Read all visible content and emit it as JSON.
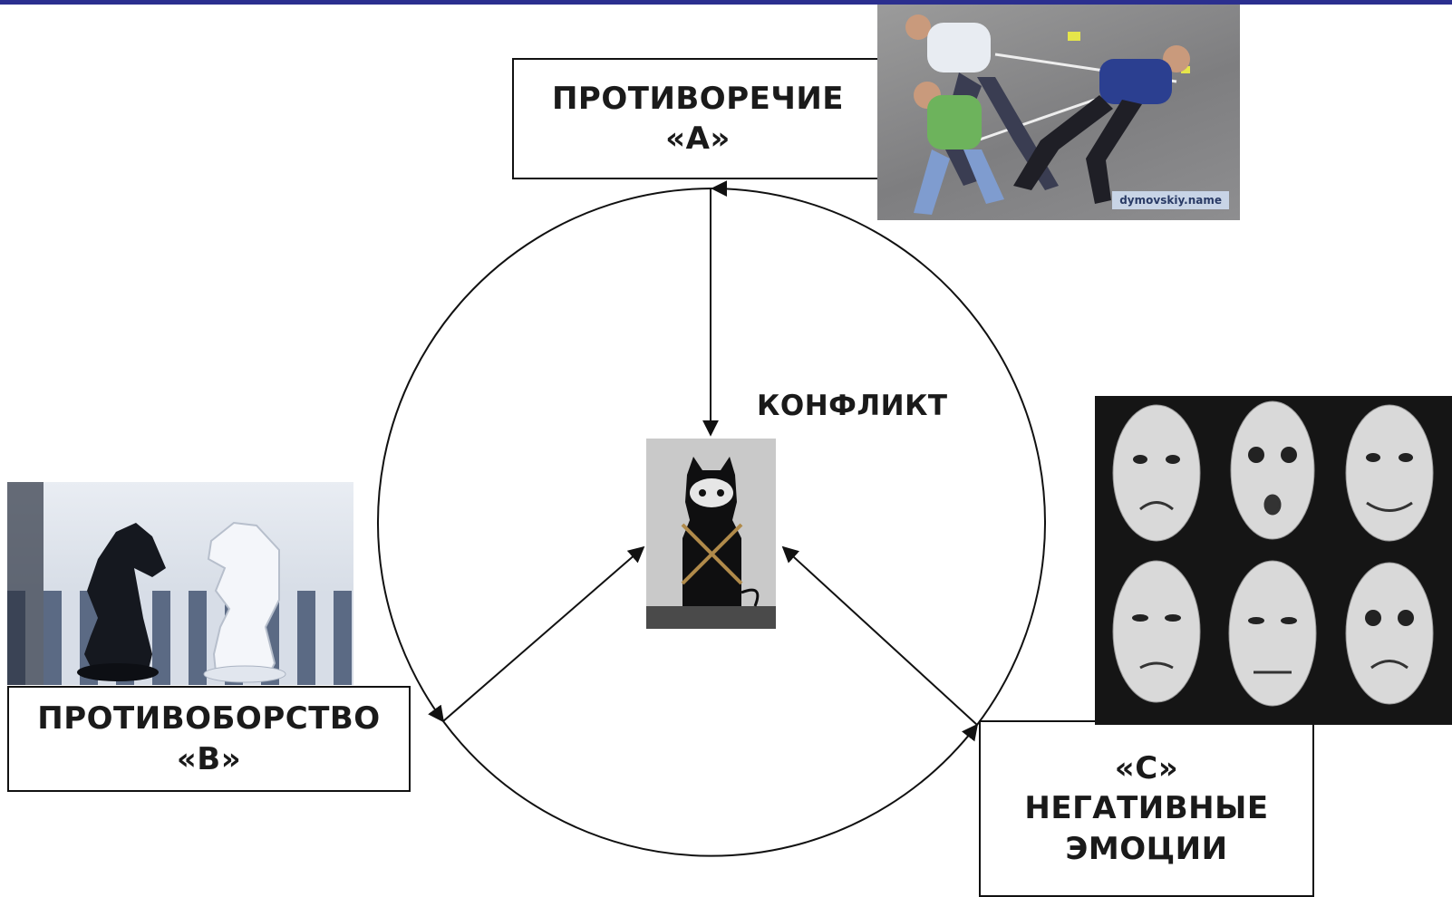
{
  "boxes": {
    "a": {
      "line1": "ПРОТИВОРЕЧИЕ",
      "line2": "«А»"
    },
    "b": {
      "line1": "ПРОТИВОБОРСТВО",
      "line2": "«В»"
    },
    "c": {
      "line1": "«С»",
      "line2": "НЕГАТИВНЫЕ",
      "line3": "ЭМОЦИИ"
    }
  },
  "center": {
    "label": "КОНФЛИКТ"
  },
  "photos": {
    "tug": {
      "watermark": "dymovskiy.name"
    }
  },
  "colors": {
    "accent_bar": "#2b2f8f",
    "ink": "#111111"
  }
}
